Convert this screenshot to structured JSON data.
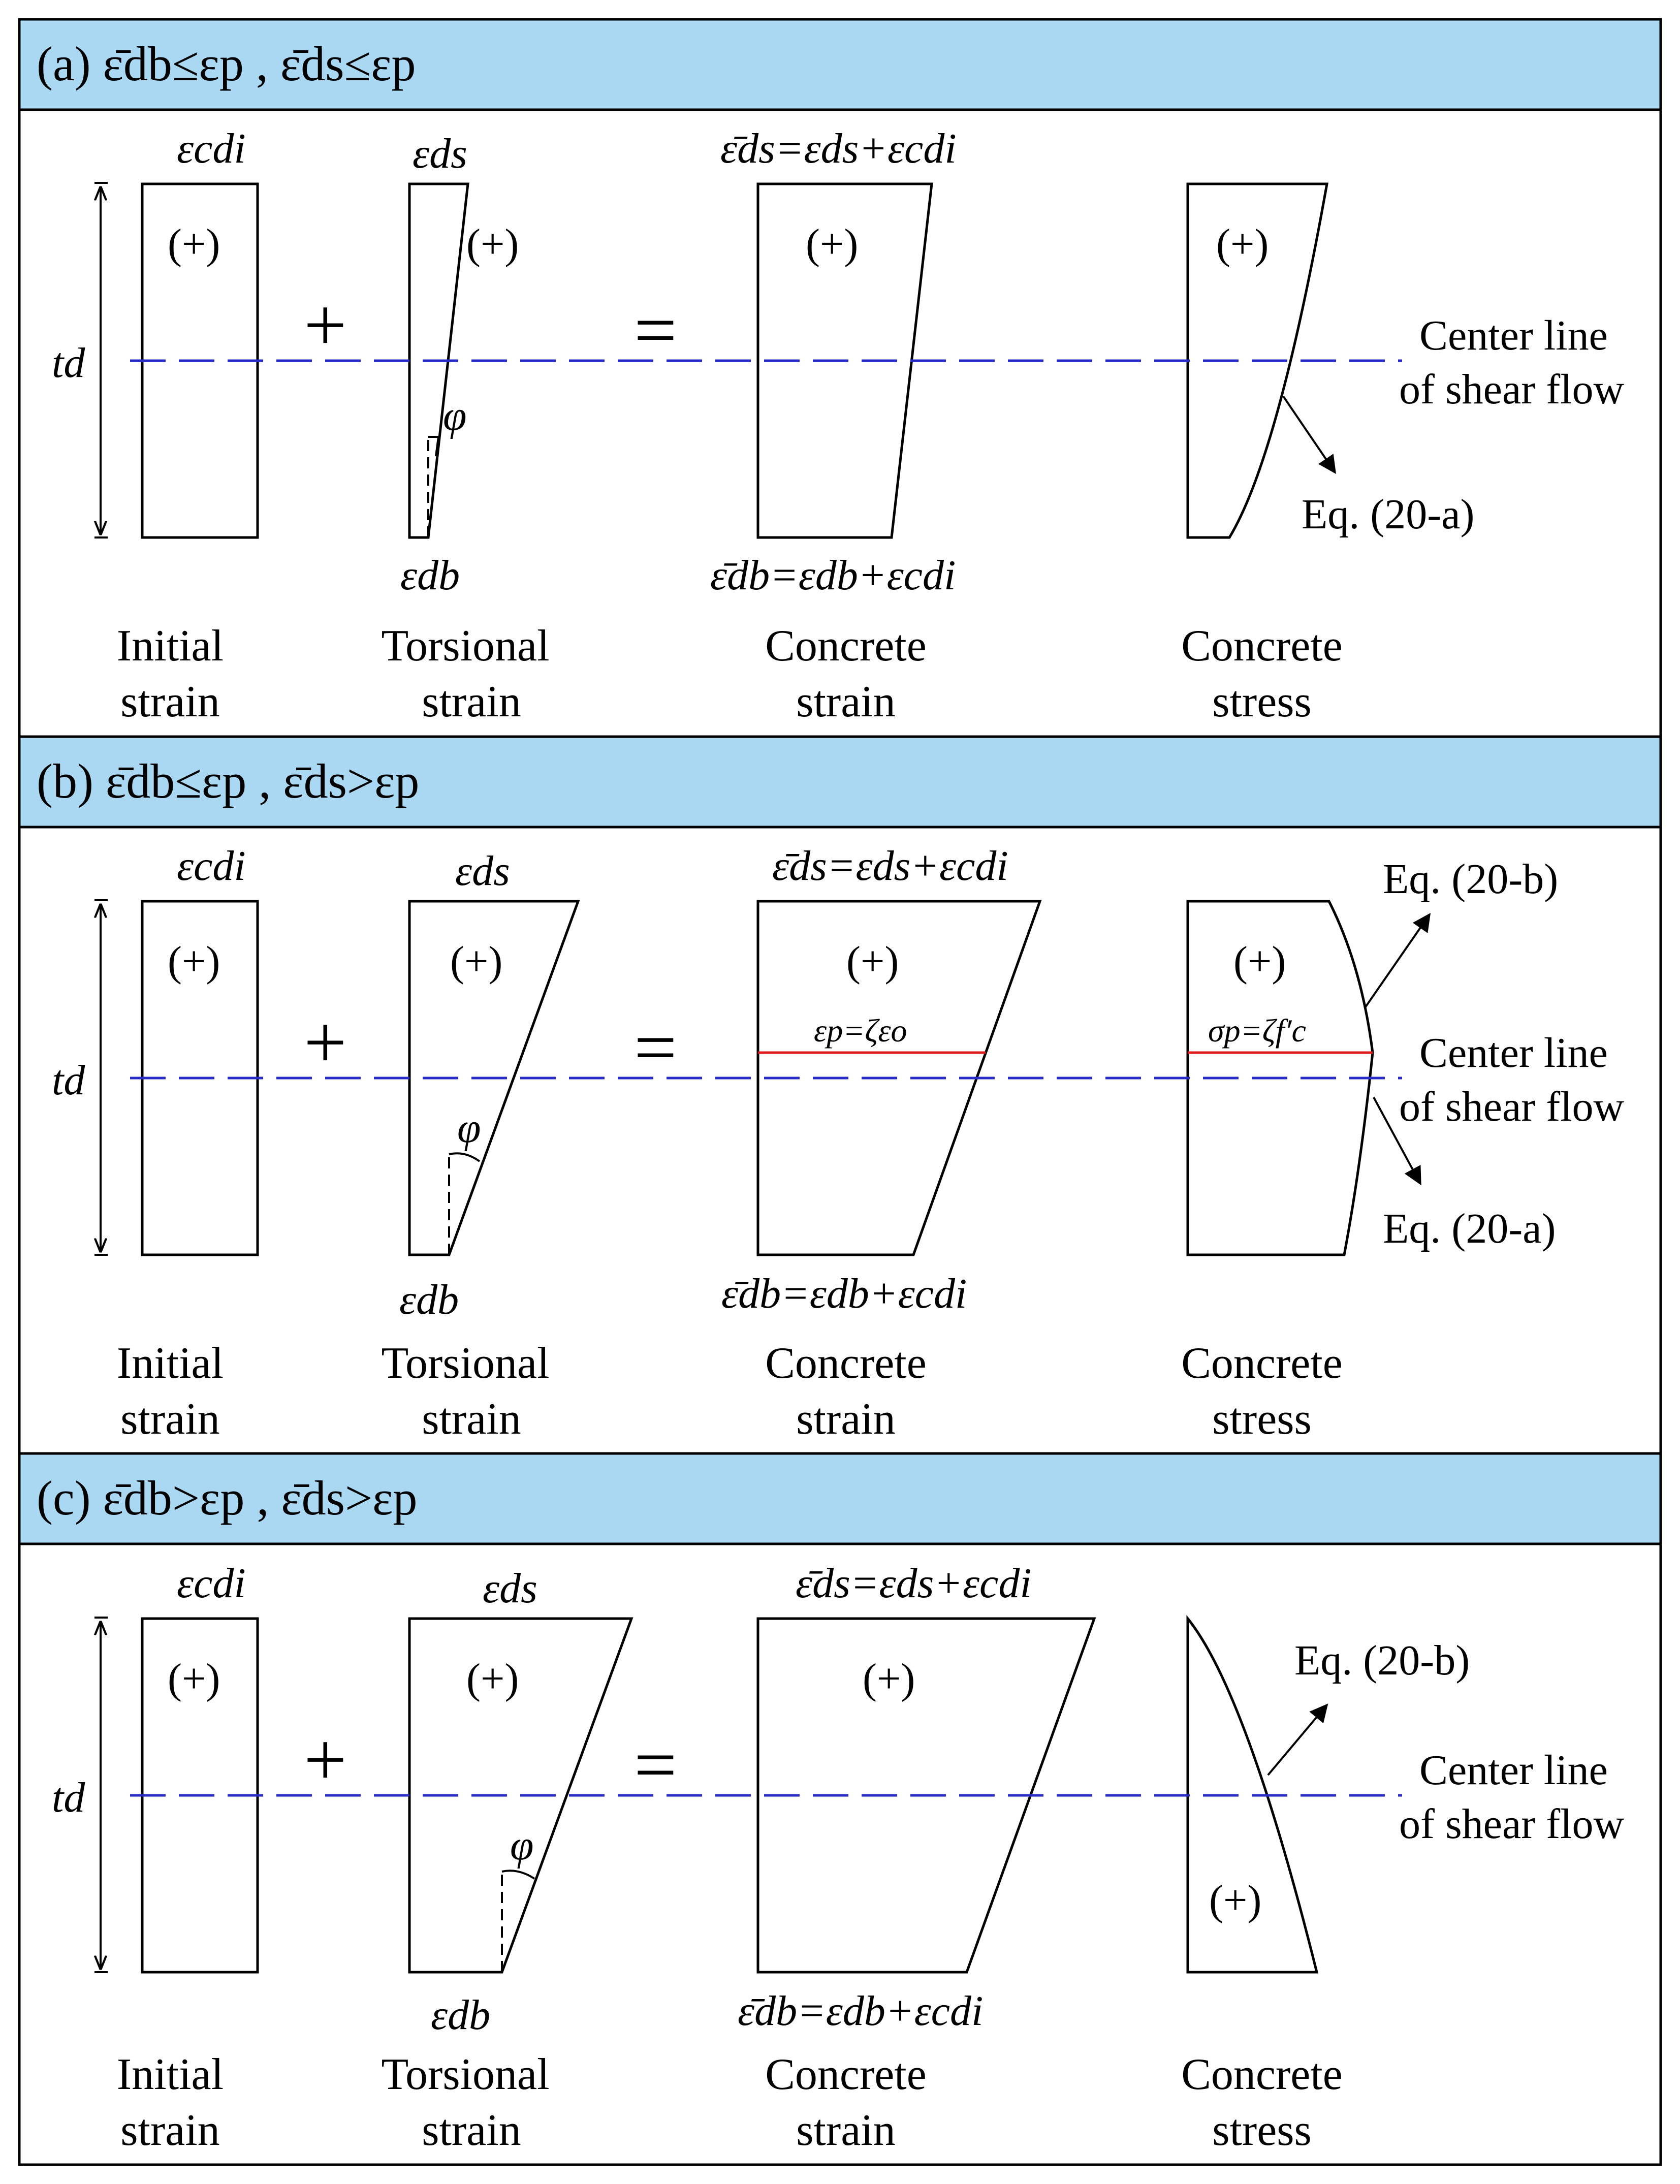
{
  "panels": [
    {
      "id": "a",
      "title": "(a) ε̄db≤εp , ε̄ds≤εp",
      "td_label": "td",
      "initial_top": "εcdi",
      "torsional_top": "εds",
      "torsional_bottom": "εdb",
      "phi": "φ",
      "concrete_top": "ε̄ds=εds+εcdi",
      "concrete_bottom": "ε̄db=εdb+εcdi",
      "sign": "(+)",
      "plus_sign": "+",
      "equals_sign": "=",
      "eq_labels": [
        "Eq. (20-a)"
      ],
      "center_line_1": "Center line",
      "center_line_2": "of shear flow",
      "captions": [
        [
          "Initial",
          "strain"
        ],
        [
          "Torsional",
          "strain"
        ],
        [
          "Concrete",
          "strain"
        ],
        [
          "Concrete",
          "stress"
        ]
      ]
    },
    {
      "id": "b",
      "title": "(b) ε̄db≤εp , ε̄ds>εp",
      "td_label": "td",
      "initial_top": "εcdi",
      "torsional_top": "εds",
      "torsional_bottom": "εdb",
      "phi": "φ",
      "concrete_top": "ε̄ds=εds+εcdi",
      "concrete_bottom": "ε̄db=εdb+εcdi",
      "sign": "(+)",
      "plus_sign": "+",
      "equals_sign": "=",
      "strain_line_label": "εp=ζεo",
      "stress_line_label": "σp=ζf′c",
      "eq_labels": [
        "Eq. (20-b)",
        "Eq. (20-a)"
      ],
      "center_line_1": "Center line",
      "center_line_2": "of shear flow",
      "captions": [
        [
          "Initial",
          "strain"
        ],
        [
          "Torsional",
          "strain"
        ],
        [
          "Concrete",
          "strain"
        ],
        [
          "Concrete",
          "stress"
        ]
      ]
    },
    {
      "id": "c",
      "title": "(c) ε̄db>εp , ε̄ds>εp",
      "td_label": "td",
      "initial_top": "εcdi",
      "torsional_top": "εds",
      "torsional_bottom": "εdb",
      "phi": "φ",
      "concrete_top": "ε̄ds=εds+εcdi",
      "concrete_bottom": "ε̄db=εdb+εcdi",
      "sign": "(+)",
      "plus_sign": "+",
      "equals_sign": "=",
      "eq_labels": [
        "Eq. (20-b)"
      ],
      "center_line_1": "Center line",
      "center_line_2": "of shear flow",
      "captions": [
        [
          "Initial",
          "strain"
        ],
        [
          "Torsional",
          "strain"
        ],
        [
          "Concrete",
          "strain"
        ],
        [
          "Concrete",
          "stress"
        ]
      ]
    }
  ],
  "colors": {
    "title_band": "#aad8f2",
    "center_line": "#2a2ac8",
    "limit_line": "#e01b1b"
  }
}
